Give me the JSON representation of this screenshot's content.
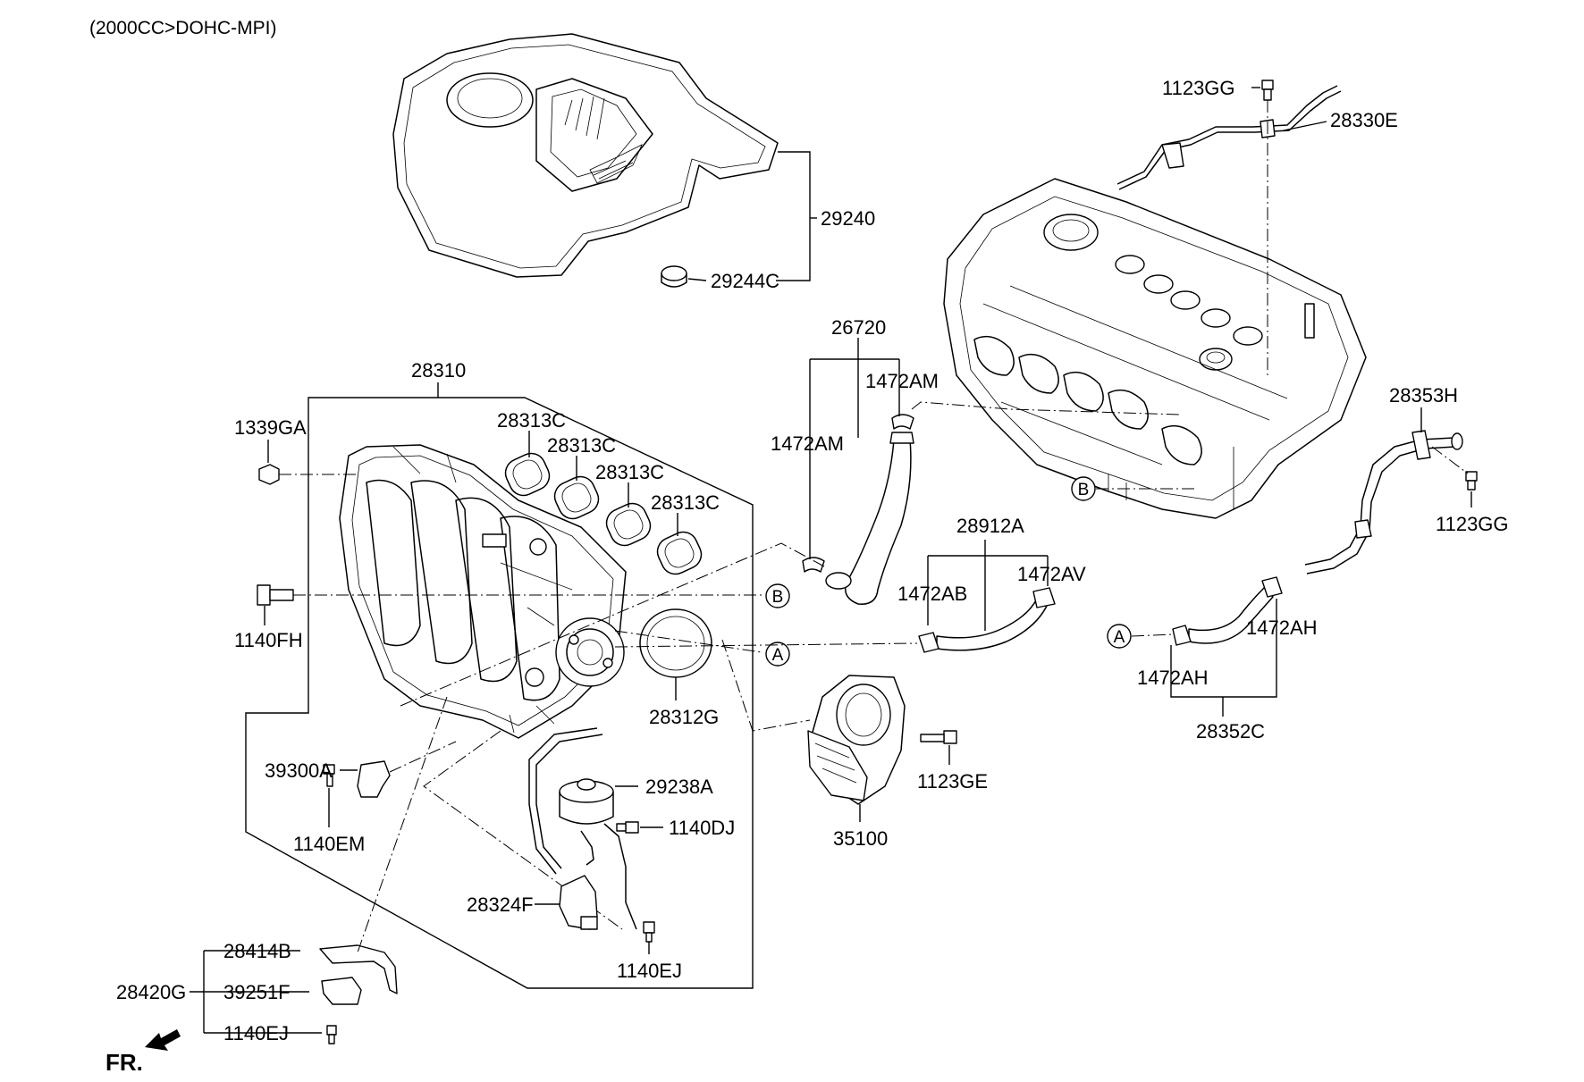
{
  "header": "(2000CC>DOHC-MPI)",
  "front_marker": "FR.",
  "ref_markers": {
    "a": "A",
    "b": "B"
  },
  "labels": {
    "p29240": "29240",
    "p29244C": "29244C",
    "p28310": "28310",
    "p1339GA": "1339GA",
    "p28313C_1": "28313C",
    "p28313C_2": "28313C",
    "p28313C_3": "28313C",
    "p28313C_4": "28313C",
    "p1140FH": "1140FH",
    "p28312G": "28312G",
    "p39300A": "39300A",
    "p1140EM": "1140EM",
    "p29238A": "29238A",
    "p1140DJ": "1140DJ",
    "p28324F": "28324F",
    "p1140EJ_a": "1140EJ",
    "p28414B": "28414B",
    "p28420G": "28420G",
    "p39251F": "39251F",
    "p1140EJ_b": "1140EJ",
    "p26720": "26720",
    "p1472AM_a": "1472AM",
    "p1472AM_b": "1472AM",
    "p28912A": "28912A",
    "p1472AB": "1472AB",
    "p1472AV": "1472AV",
    "p35100": "35100",
    "p1123GE": "1123GE",
    "p1123GG_a": "1123GG",
    "p28330E": "28330E",
    "p28353H": "28353H",
    "p1123GG_b": "1123GG",
    "p1472AH_a": "1472AH",
    "p1472AH_b": "1472AH",
    "p28352C": "28352C"
  }
}
